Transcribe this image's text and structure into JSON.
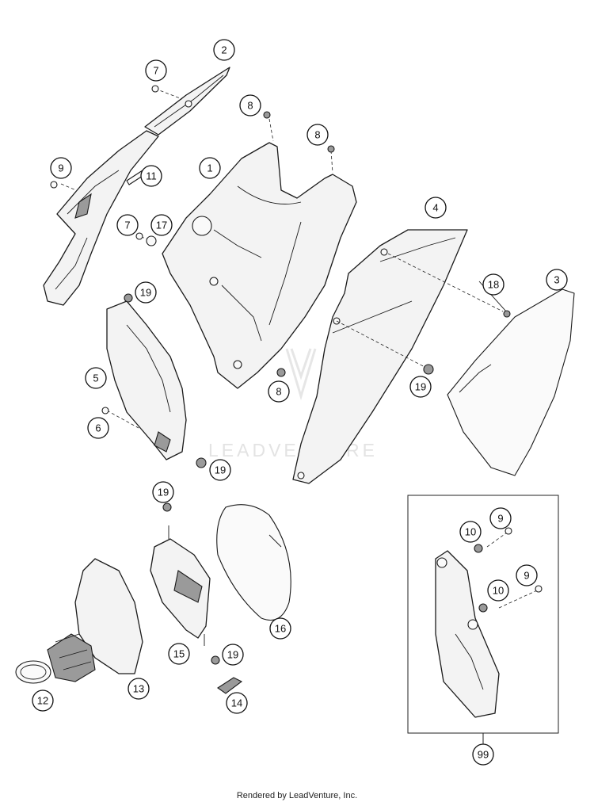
{
  "watermark": "LEADVENTURE",
  "footer": "Rendered by LeadVenture, Inc.",
  "callouts": [
    {
      "label": "2"
    },
    {
      "label": "7"
    },
    {
      "label": "8"
    },
    {
      "label": "8"
    },
    {
      "label": "9"
    },
    {
      "label": "11"
    },
    {
      "label": "1"
    },
    {
      "label": "7"
    },
    {
      "label": "17"
    },
    {
      "label": "4"
    },
    {
      "label": "19"
    },
    {
      "label": "18"
    },
    {
      "label": "3"
    },
    {
      "label": "5"
    },
    {
      "label": "8"
    },
    {
      "label": "19"
    },
    {
      "label": "6"
    },
    {
      "label": "19"
    },
    {
      "label": "19"
    },
    {
      "label": "10"
    },
    {
      "label": "9"
    },
    {
      "label": "9"
    },
    {
      "label": "10"
    },
    {
      "label": "16"
    },
    {
      "label": "15"
    },
    {
      "label": "19"
    },
    {
      "label": "12"
    },
    {
      "label": "13"
    },
    {
      "label": "14"
    },
    {
      "label": "99"
    }
  ]
}
